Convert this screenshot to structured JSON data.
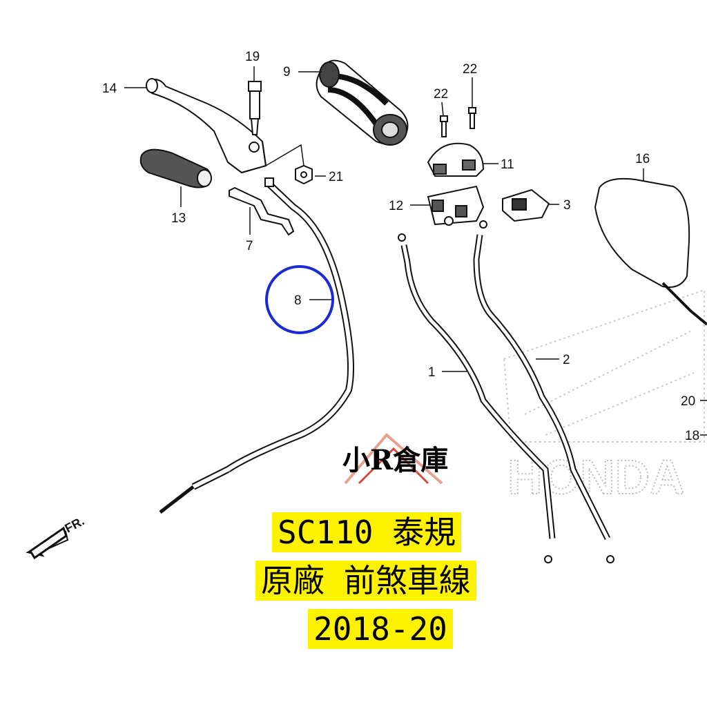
{
  "diagram": {
    "callouts": [
      {
        "id": "c1",
        "text": "1"
      },
      {
        "id": "c2",
        "text": "2"
      },
      {
        "id": "c3",
        "text": "3"
      },
      {
        "id": "c7",
        "text": "7"
      },
      {
        "id": "c8",
        "text": "8"
      },
      {
        "id": "c9",
        "text": "9"
      },
      {
        "id": "c11",
        "text": "11"
      },
      {
        "id": "c12",
        "text": "12"
      },
      {
        "id": "c13",
        "text": "13"
      },
      {
        "id": "c14",
        "text": "14"
      },
      {
        "id": "c16",
        "text": "16"
      },
      {
        "id": "c18",
        "text": "18"
      },
      {
        "id": "c19",
        "text": "19"
      },
      {
        "id": "c20",
        "text": "20"
      },
      {
        "id": "c21",
        "text": "21"
      },
      {
        "id": "c22a",
        "text": "22"
      },
      {
        "id": "c22b",
        "text": "22"
      }
    ],
    "front_arrow_label": "FR.",
    "brand_watermark": "HONDA",
    "shop_watermark": "小R倉庫",
    "highlight_color": "#1a2bd6"
  },
  "overlay": {
    "line1": "SC110 泰規",
    "line2": "原廠 前煞車線",
    "line3": "2018-20",
    "background": "#fff200"
  }
}
